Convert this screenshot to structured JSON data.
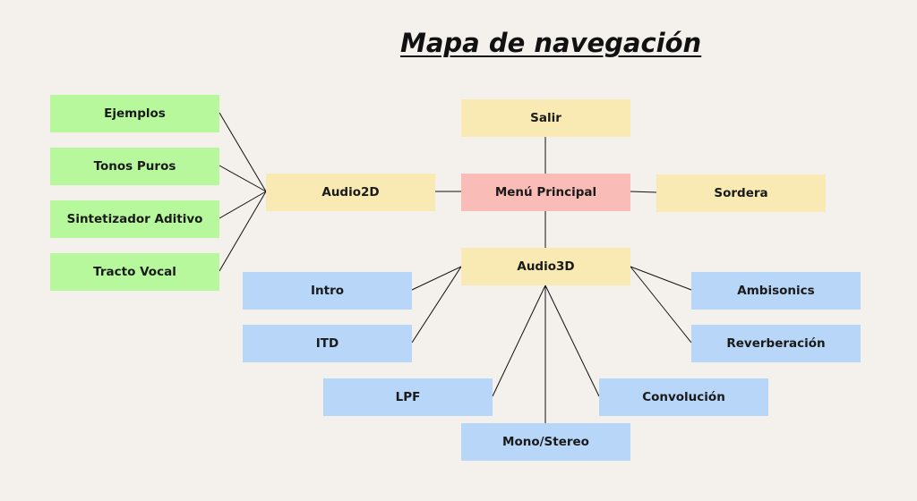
{
  "title": "Mapa de navegación",
  "colors": {
    "background": "#f4f0eb",
    "green": "#b6f89b",
    "yellow": "#f8eab2",
    "red": "#f9bcb6",
    "blue": "#b7d6f8",
    "connector": "#111111"
  },
  "nodes": {
    "ejemplos": "Ejemplos",
    "tonos_puros": "Tonos Puros",
    "sintetizador_aditivo": "Sintetizador Aditivo",
    "tracto_vocal": "Tracto Vocal",
    "audio2d": "Audio2D",
    "menu_principal": "Menú Principal",
    "salir": "Salir",
    "sordera": "Sordera",
    "audio3d": "Audio3D",
    "intro": "Intro",
    "itd": "ITD",
    "lpf": "LPF",
    "mono_stereo": "Mono/Stereo",
    "convolucion": "Convolución",
    "ambisonics": "Ambisonics",
    "reverberacion": "Reverberación"
  },
  "edges": [
    [
      "menu_principal",
      "salir"
    ],
    [
      "menu_principal",
      "audio2d"
    ],
    [
      "menu_principal",
      "sordera"
    ],
    [
      "menu_principal",
      "audio3d"
    ],
    [
      "audio2d",
      "ejemplos"
    ],
    [
      "audio2d",
      "tonos_puros"
    ],
    [
      "audio2d",
      "sintetizador_aditivo"
    ],
    [
      "audio2d",
      "tracto_vocal"
    ],
    [
      "audio3d",
      "intro"
    ],
    [
      "audio3d",
      "itd"
    ],
    [
      "audio3d",
      "lpf"
    ],
    [
      "audio3d",
      "mono_stereo"
    ],
    [
      "audio3d",
      "convolucion"
    ],
    [
      "audio3d",
      "ambisonics"
    ],
    [
      "audio3d",
      "reverberacion"
    ]
  ]
}
